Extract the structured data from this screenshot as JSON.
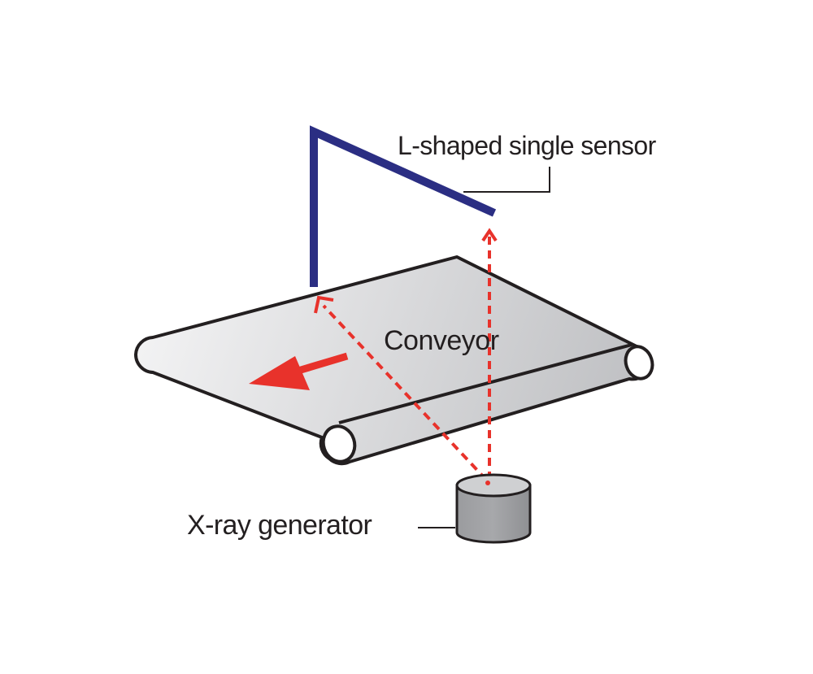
{
  "labels": {
    "sensor": "L-shaped single sensor",
    "conveyor": "Conveyor",
    "xray_generator": "X-ray generator"
  },
  "colors": {
    "sensor": "#2b2e83",
    "beam": "#e8322b",
    "direction_arrow": "#e8322b",
    "outline": "#231f20",
    "belt_light": "#f4f4f5",
    "belt_dark": "#bdbec1",
    "generator_body": "#a7a8ab",
    "generator_top": "#cfd0d2"
  },
  "icons": {
    "direction": "left-arrow-icon",
    "sensor": "l-shaped-sensor-icon",
    "generator": "cylinder-icon"
  }
}
